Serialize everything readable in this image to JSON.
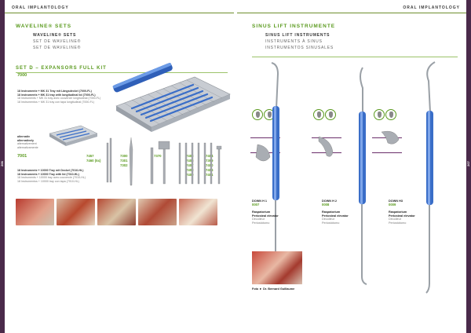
{
  "header": {
    "left": "ORAL IMPLANTOLOGY",
    "right": "ORAL IMPLANTOLOGY"
  },
  "left": {
    "title": "WAVELINE® SETS",
    "subtitles": [
      "WAVELINE® SETS",
      "SET DE WAVELINE®",
      "SET DE WAVELINE®"
    ],
    "set_title": "SET D – EXPANSORS FULL KIT",
    "code_top": "7000",
    "top_lines": [
      "18 Instrumente + MK 31 Tray mit Längsdeckel (7000-FL)",
      "18 instruments + MK 31 tray with longitudinal lid (7000-FL)",
      "18 Instruments + MK 31 tray avec couvercle longitudinal (7000-FL)",
      "18 Instrumentos + MK 31 tray con tapa longitudinal (7000-FL)"
    ],
    "alt_label": [
      "alternativ",
      "alternatively",
      "alternativement",
      "alternativamente"
    ],
    "code_alt": "7001",
    "alt_lines": [
      "18 Instrumente + 10000 Tray mit Deckel (7010-HL)",
      "18 Instruments + 10000 Tray with lid (7010-HL)",
      "18 Instruments + 10000 tray avec couvercle (7010-HL)",
      "18 Instrumentos + 10000 tray con tapa (7010-HL)"
    ],
    "codes": {
      "a": [
        "7457",
        "7460 (5x)"
      ],
      "b": [
        "7300",
        "7301",
        "7302"
      ],
      "c": [
        "7370"
      ],
      "d": [
        "7403",
        "7405",
        "7407",
        "7408",
        "7409"
      ],
      "e": [
        "7404",
        "7399",
        "7400",
        "7406",
        "7401"
      ]
    },
    "page_number": "206"
  },
  "right": {
    "title": "SINUS LIFT INSTRUMENTE",
    "subtitles": [
      "SINUS LIFT INSTRUMENTS",
      "INSTRUMENTS À SINUS",
      "INSTRUMENTOS SINUSALES"
    ],
    "items": [
      {
        "name": "DOWN H 1",
        "code": "0007",
        "lines": [
          "Raspatorium",
          "Periosteal elevator",
          "Décolleur",
          "Periostótomo"
        ]
      },
      {
        "name": "DOWN H 2",
        "code": "0008",
        "lines": [
          "Raspatorium",
          "Periosteal elevator",
          "Décolleur",
          "Periostótomo"
        ]
      },
      {
        "name": "DOWN H3",
        "code": "0009",
        "lines": [
          "Raspatorium",
          "Periosteal elevator",
          "Décolleur",
          "Periostótomo"
        ]
      }
    ],
    "photo_credit": "Foto ► Dr. Bernard Guillaume",
    "page_number": "207"
  },
  "colors": {
    "accent": "#5a9a1e",
    "spine": "#4a2a4a",
    "handle_blue": "#3a6ec8"
  }
}
